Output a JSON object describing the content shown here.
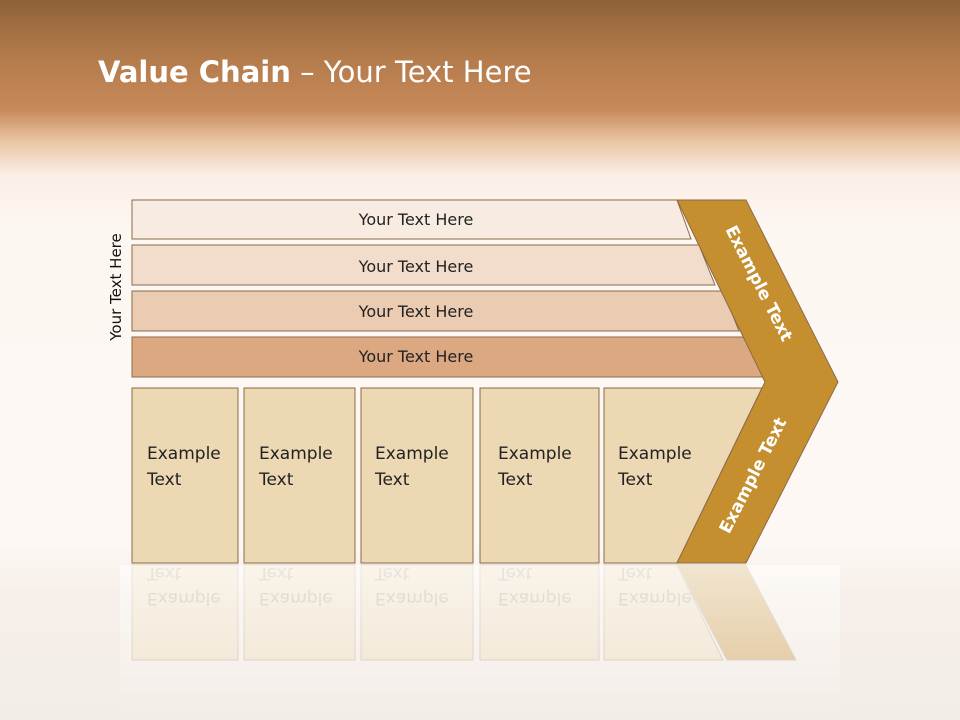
{
  "title": {
    "bold": "Value Chain",
    "rest": " – Your Text Here"
  },
  "side_label": "Your Text Here",
  "rows": [
    {
      "label": "Your Text Here",
      "fill": "#f8ece2"
    },
    {
      "label": "Your Text Here",
      "fill": "#f2dccb"
    },
    {
      "label": "Your Text Here",
      "fill": "#ebcbb1"
    },
    {
      "label": "Your Text Here",
      "fill": "#dca882"
    }
  ],
  "boxes": [
    {
      "line1": "Example",
      "line2": "Text"
    },
    {
      "line1": "Example",
      "line2": "Text"
    },
    {
      "line1": "Example",
      "line2": "Text"
    },
    {
      "line1": "Example",
      "line2": "Text"
    },
    {
      "line1": "Example",
      "line2": "Text"
    }
  ],
  "arrow_upper": "Example Text",
  "arrow_lower": "Example Text",
  "colors": {
    "box_fill": "#ecd8b2",
    "arrow_fill": "#c58f2f",
    "stroke": "#8a6a4a"
  }
}
